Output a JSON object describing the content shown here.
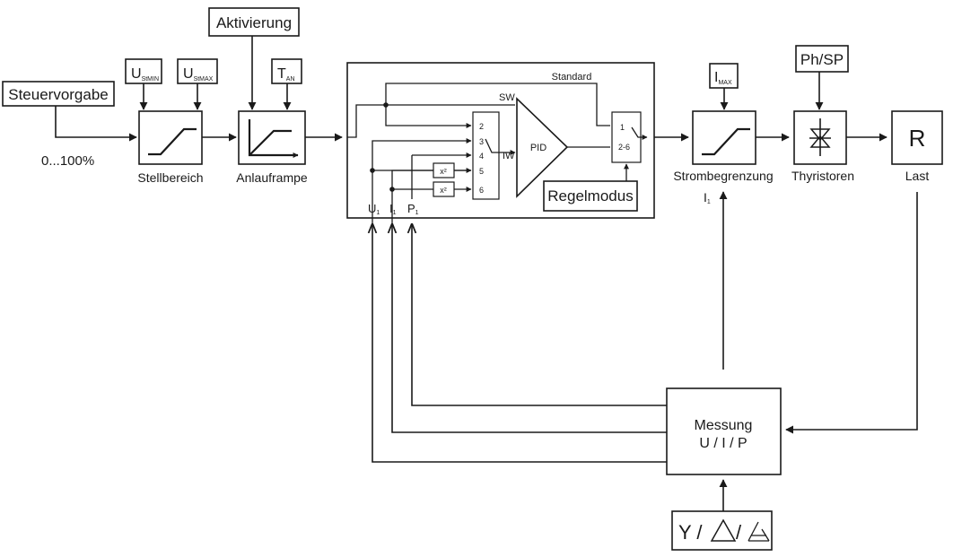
{
  "blocks": {
    "steuervorgabe": "Steuervorgabe",
    "range": "0...100%",
    "u_stmin": {
      "main": "U",
      "sub": "StMIN"
    },
    "u_stmax": {
      "main": "U",
      "sub": "StMAX"
    },
    "stellbereich": "Stellbereich",
    "aktivierung": "Aktivierung",
    "t_an": {
      "main": "T",
      "sub": "AN"
    },
    "anlauframpe": "Anlauframpe",
    "standard": "Standard",
    "sw": "SW",
    "iw": "IW",
    "pid": "PID",
    "regelmodus": "Regelmodus",
    "x2a": "x²",
    "x2b": "x²",
    "in_u1": {
      "main": "U",
      "sub": "1"
    },
    "in_i1": {
      "main": "I",
      "sub": "1"
    },
    "in_p1": {
      "main": "P",
      "sub": "1"
    },
    "sel_ports": [
      "2",
      "3",
      "4",
      "5",
      "6"
    ],
    "sw_1": "1",
    "sw_26": "2-6",
    "i_max": {
      "main": "I",
      "sub": "MAX"
    },
    "strombegrenzung": "Strombegrenzung",
    "i1": {
      "main": "I",
      "sub": "1"
    },
    "ph_sp": "Ph/SP",
    "thyristoren": "Thyristoren",
    "r": "R",
    "last": "Last",
    "messung": "Messung",
    "messung_uip": "U / I / P",
    "y": "Y /",
    "slash": "/"
  }
}
